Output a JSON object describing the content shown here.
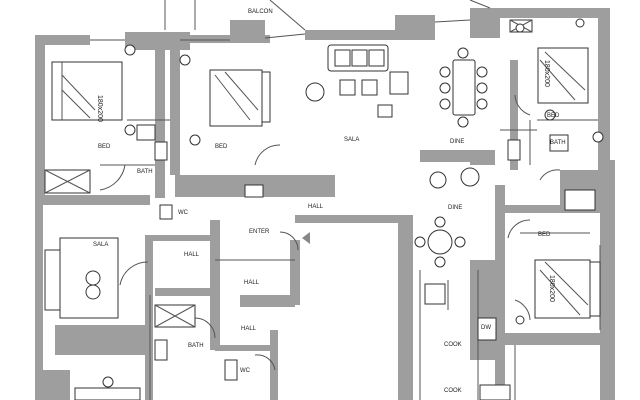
{
  "plan": {
    "labels": {
      "balcony": "BALCON",
      "bed_left": "BED",
      "bed_mid": "BED",
      "bed_right_top": "BED",
      "bed_right_bottom": "BED",
      "bath_left": "BATH",
      "bath_right": "BATH",
      "bath_bottom": "BATH",
      "sala_top": "SALA",
      "sala_left": "SALA",
      "dine_top": "DINE",
      "dine_mid": "DINE",
      "wc_top": "WC",
      "wc_bottom": "WC",
      "hall_top": "HALL",
      "hall_left": "HALL",
      "hall_mid": "HALL",
      "hall_low": "HALL",
      "enter": "ENTER",
      "cook_top": "COOK",
      "cook_bottom": "COOK",
      "dw": "DW",
      "size_left": "180x200",
      "size_right_top": "180x200",
      "size_right_bottom": "180x200"
    }
  }
}
